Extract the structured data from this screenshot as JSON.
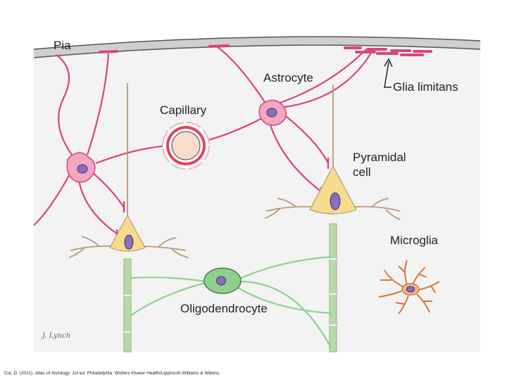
{
  "labels": {
    "pia": "Pia",
    "astrocyte": "Astrocyte",
    "glia_limitans": "Glia limitans",
    "capillary": "Capillary",
    "pyramidal_line1": "Pyramidal",
    "pyramidal_line2": "cell",
    "microglia": "Microglia",
    "oligodendrocyte": "Oligodendrocyte"
  },
  "signature": "J. Lynch",
  "citation": {
    "prefix": "Cui, D. (2011). ",
    "title": "Atlas of histology",
    "suffix": ". 1st ed. Philadelphia: Wolters Kluwer Health/Lippincott Williams & Wilkins."
  },
  "colors": {
    "astrocyte": "#d9467a",
    "astrocyte_body": "#f2a6c3",
    "nucleus": "#8b6fbf",
    "neuron_body": "#f7dc8e",
    "neuron_process": "#b69a7a",
    "myelin": "#b8d9a8",
    "oligodendrocyte": "#8fd08f",
    "microglia": "#d9773a",
    "pia": "#cfcfcf",
    "capillary_ring": "#e0435f"
  }
}
